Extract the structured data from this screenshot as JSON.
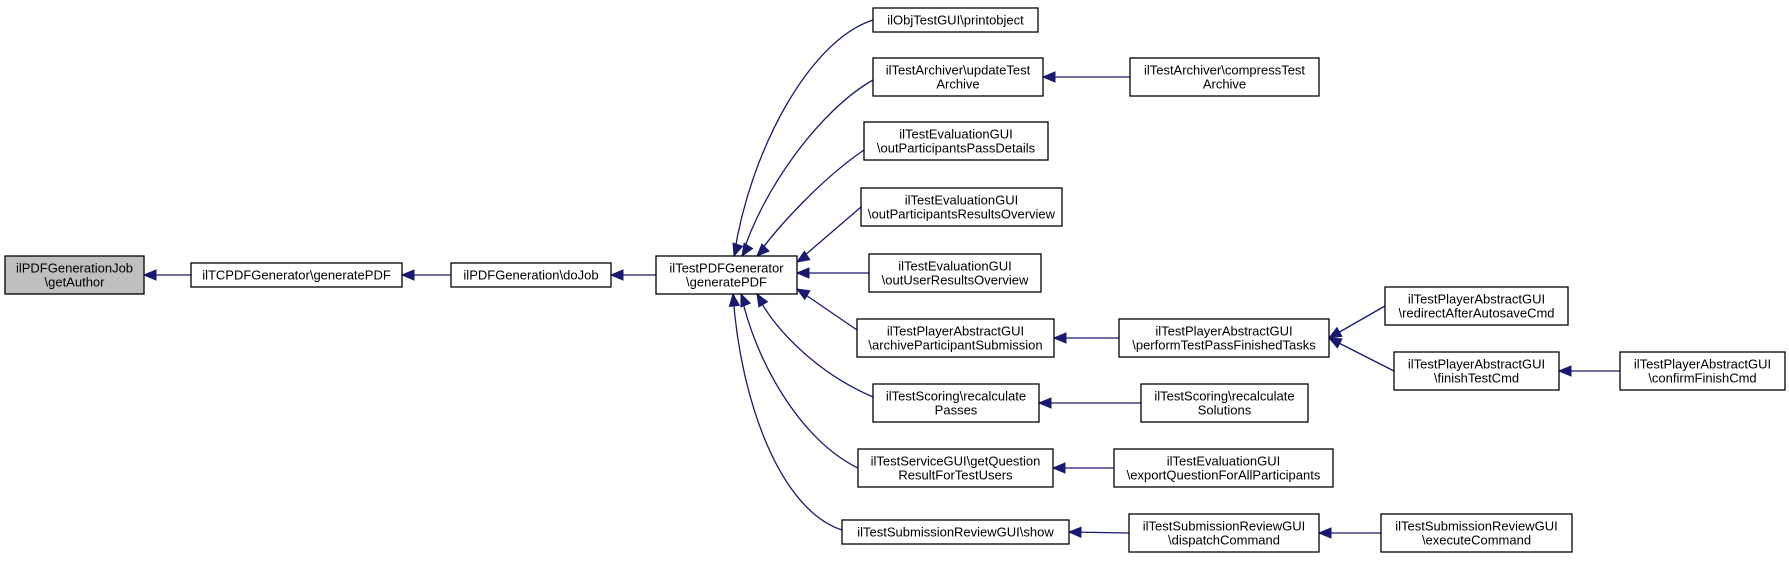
{
  "diagram": {
    "nodes": [
      {
        "id": "n0",
        "lines": [
          "ilPDFGenerationJob",
          "\\getAuthor"
        ],
        "root": true
      },
      {
        "id": "n1",
        "lines": [
          "ilTCPDFGenerator\\generatePDF"
        ]
      },
      {
        "id": "n2",
        "lines": [
          "ilPDFGeneration\\doJob"
        ]
      },
      {
        "id": "n3",
        "lines": [
          "ilTestPDFGenerator",
          "\\generatePDF"
        ]
      },
      {
        "id": "n4",
        "lines": [
          "ilObjTestGUI\\printobject"
        ]
      },
      {
        "id": "n5",
        "lines": [
          "ilTestArchiver\\updateTest",
          "Archive"
        ]
      },
      {
        "id": "n6",
        "lines": [
          "ilTestArchiver\\compressTest",
          "Archive"
        ]
      },
      {
        "id": "n7",
        "lines": [
          "ilTestEvaluationGUI",
          "\\outParticipantsPassDetails"
        ]
      },
      {
        "id": "n8",
        "lines": [
          "ilTestEvaluationGUI",
          "\\outParticipantsResultsOverview"
        ]
      },
      {
        "id": "n9",
        "lines": [
          "ilTestEvaluationGUI",
          "\\outUserResultsOverview"
        ]
      },
      {
        "id": "n10",
        "lines": [
          "ilTestPlayerAbstractGUI",
          "\\archiveParticipantSubmission"
        ]
      },
      {
        "id": "n11",
        "lines": [
          "ilTestPlayerAbstractGUI",
          "\\performTestPassFinishedTasks"
        ]
      },
      {
        "id": "n12",
        "lines": [
          "ilTestPlayerAbstractGUI",
          "\\redirectAfterAutosaveCmd"
        ]
      },
      {
        "id": "n13",
        "lines": [
          "ilTestPlayerAbstractGUI",
          "\\finishTestCmd"
        ]
      },
      {
        "id": "n14",
        "lines": [
          "ilTestPlayerAbstractGUI",
          "\\confirmFinishCmd"
        ]
      },
      {
        "id": "n15",
        "lines": [
          "ilTestScoring\\recalculate",
          "Passes"
        ]
      },
      {
        "id": "n16",
        "lines": [
          "ilTestScoring\\recalculate",
          "Solutions"
        ]
      },
      {
        "id": "n17",
        "lines": [
          "ilTestServiceGUI\\getQuestion",
          "ResultForTestUsers"
        ]
      },
      {
        "id": "n18",
        "lines": [
          "ilTestEvaluationGUI",
          "\\exportQuestionForAllParticipants"
        ]
      },
      {
        "id": "n19",
        "lines": [
          "ilTestSubmissionReviewGUI\\show"
        ]
      },
      {
        "id": "n20",
        "lines": [
          "ilTestSubmissionReviewGUI",
          "\\dispatchCommand"
        ]
      },
      {
        "id": "n21",
        "lines": [
          "ilTestSubmissionReviewGUI",
          "\\executeCommand"
        ]
      }
    ],
    "edges": [
      {
        "from": "n1",
        "to": "n0"
      },
      {
        "from": "n2",
        "to": "n1"
      },
      {
        "from": "n3",
        "to": "n2"
      },
      {
        "from": "n4",
        "to": "n3"
      },
      {
        "from": "n5",
        "to": "n3"
      },
      {
        "from": "n7",
        "to": "n3"
      },
      {
        "from": "n8",
        "to": "n3"
      },
      {
        "from": "n9",
        "to": "n3"
      },
      {
        "from": "n10",
        "to": "n3"
      },
      {
        "from": "n15",
        "to": "n3"
      },
      {
        "from": "n17",
        "to": "n3"
      },
      {
        "from": "n19",
        "to": "n3"
      },
      {
        "from": "n6",
        "to": "n5"
      },
      {
        "from": "n11",
        "to": "n10"
      },
      {
        "from": "n12",
        "to": "n11"
      },
      {
        "from": "n13",
        "to": "n11"
      },
      {
        "from": "n14",
        "to": "n13"
      },
      {
        "from": "n16",
        "to": "n15"
      },
      {
        "from": "n18",
        "to": "n17"
      },
      {
        "from": "n20",
        "to": "n19"
      },
      {
        "from": "n21",
        "to": "n20"
      }
    ],
    "colors": {
      "edge": "#191970",
      "root_fill": "#bfbfbf",
      "node_fill": "#ffffff",
      "node_stroke": "#000000"
    }
  }
}
